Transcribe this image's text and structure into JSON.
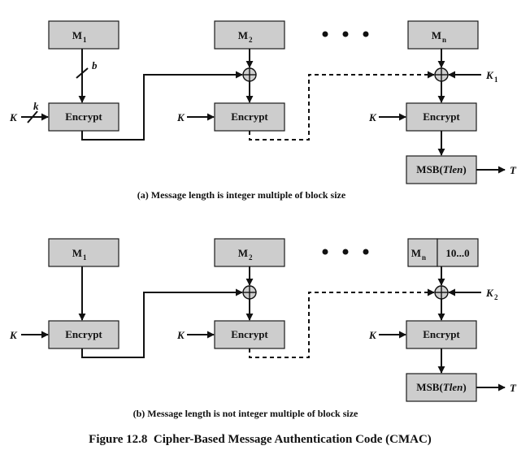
{
  "panel_a": {
    "m1": {
      "letter": "M",
      "sub": "1"
    },
    "m2": {
      "letter": "M",
      "sub": "2"
    },
    "mn": {
      "letter": "M",
      "sub": "n"
    },
    "encrypt_label": "Encrypt",
    "key_label": "K",
    "subkey": {
      "letter": "K",
      "sub": "1"
    },
    "msb": {
      "prefix": "MSB(",
      "tlen": "Tlen",
      "suffix": ")"
    },
    "tag_label": "T",
    "width_b": "b",
    "width_k": "k",
    "caption": {
      "prefix": "(",
      "letter": "a",
      "text": ") Message length is integer multiple of block size"
    }
  },
  "panel_b": {
    "m1": {
      "letter": "M",
      "sub": "1"
    },
    "m2": {
      "letter": "M",
      "sub": "2"
    },
    "mn": {
      "letter": "M",
      "sub": "n"
    },
    "padding": "10...0",
    "encrypt_label": "Encrypt",
    "key_label": "K",
    "subkey": {
      "letter": "K",
      "sub": "2"
    },
    "msb": {
      "prefix": "MSB(",
      "tlen": "Tlen",
      "suffix": ")"
    },
    "tag_label": "T",
    "caption": {
      "prefix": "(",
      "letter": "b",
      "text": ") Message length is not integer multiple of block size"
    }
  },
  "figure_caption": "Figure 12.8  Cipher-Based Message Authentication Code (CMAC)"
}
